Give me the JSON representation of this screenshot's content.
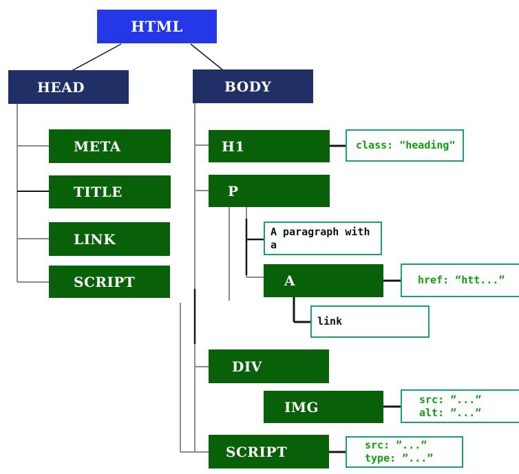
{
  "colors": {
    "root_blue": "#2438e8",
    "branch_navy": "#203067",
    "element_green": "#086008",
    "annotation_border_teal": "#17a077",
    "annotation_text_green": "#0da00d",
    "line_gray": "#8a8a8a",
    "line_black": "#151515"
  },
  "tree": {
    "root": {
      "label": "HTML"
    },
    "head": {
      "label": "HEAD",
      "children": [
        {
          "label": "META"
        },
        {
          "label": "TITLE"
        },
        {
          "label": "LINK"
        },
        {
          "label": "SCRIPT"
        }
      ]
    },
    "body": {
      "label": "BODY",
      "h1": {
        "label": "H1",
        "annotation": "class: \"heading\""
      },
      "p": {
        "label": "P",
        "text_node": "A paragraph with a",
        "a": {
          "label": "A",
          "annotation": "href: “htt...”",
          "text_node": "link"
        }
      },
      "div": {
        "label": "DIV",
        "img": {
          "label": "IMG",
          "annotation": "src: ”...”\nalt: ”...”"
        }
      },
      "script": {
        "label": "SCRIPT",
        "annotation": "src: ”...”\ntype: ”...”"
      }
    }
  }
}
